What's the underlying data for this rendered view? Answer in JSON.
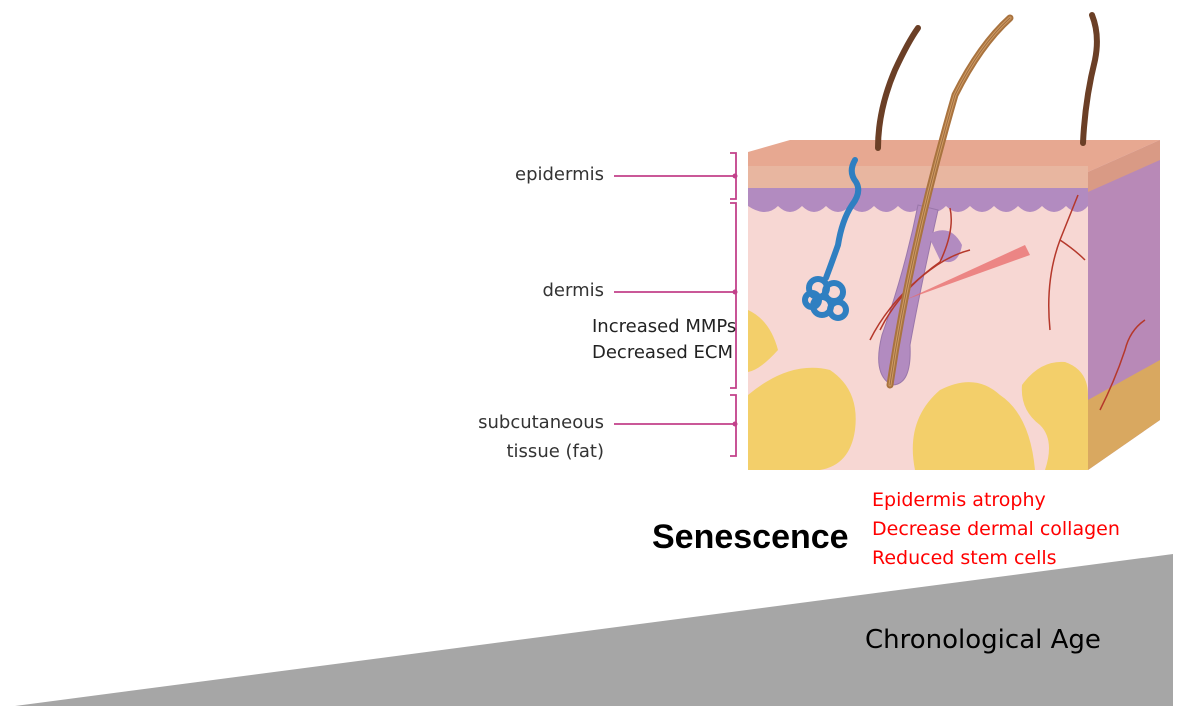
{
  "layers": {
    "epidermis": "epidermis",
    "dermis": "dermis",
    "subcutaneous_line1": "subcutaneous",
    "subcutaneous_line2": "tissue (fat)"
  },
  "dermis_notes": [
    "Increased MMPs",
    "Decreased ECM"
  ],
  "senescence_title": "Senescence",
  "senescence_effects": [
    "Epidermis atrophy",
    "Decrease dermal collagen",
    "Reduced stem cells"
  ],
  "age_label": "Chronological Age",
  "colors": {
    "leader_line": "#c2418a",
    "effects_text": "#ff0000",
    "age_ramp": "#a6a6a6",
    "epidermis": "#e8b6a0",
    "basal_layer": "#b28bc0",
    "dermis": "#f7d7d3",
    "fat": "#f3cf6a",
    "sweat_gland": "#2f7fc1",
    "hair": "#7a4b2e"
  },
  "icons": [
    "skin-cross-section-illustration",
    "hair-strand-icon",
    "sweat-gland-icon",
    "blood-vessel-icon"
  ]
}
